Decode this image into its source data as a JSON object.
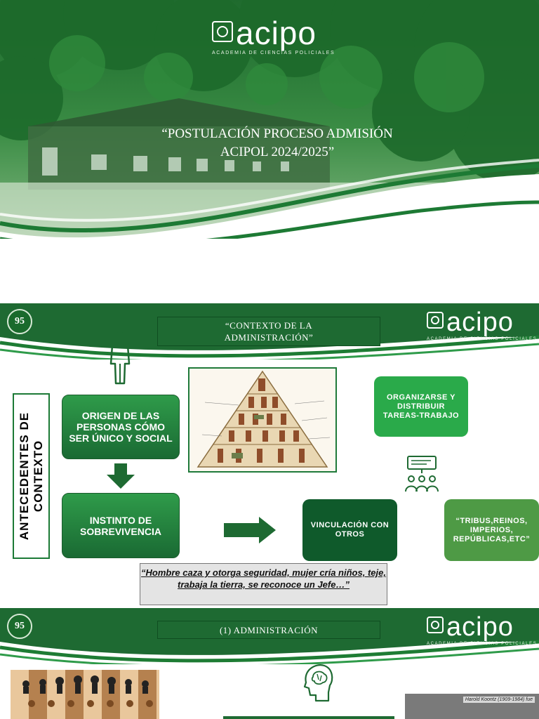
{
  "colors": {
    "brand_dark_green": "#1e6a32",
    "brand_green": "#2aaa4a",
    "accent_green": "#4e9a45",
    "deep_green": "#0f5a2b",
    "white": "#ffffff"
  },
  "logo": {
    "word": "acipo",
    "subtitle": "ACADEMIA DE CIENCIAS POLICIALES"
  },
  "slide1": {
    "title_line1": "“POSTULACIÓN PROCESO ADMISIÓN",
    "title_line2": "ACIPOL 2024/2025”"
  },
  "slide2": {
    "emblem": "95",
    "heading_line1": "“CONTEXTO DE LA",
    "heading_line2": "ADMINISTRACIÓN”",
    "side_label_line1": "ANTECEDENTES DE",
    "side_label_line2": "CONTEXTO",
    "origin_box": "ORIGEN DE LAS PERSONAS CÓMO SER ÚNICO Y SOCIAL",
    "instinct_box": "INSTINTO DE SOBREVIVENCIA",
    "organize_box": "ORGANIZARSE Y DISTRIBUIR TAREAS-TRABAJO",
    "link_box": "VINCULACIÓN CON OTROS",
    "tribes_box": "“TRIBUS,REINOS, IMPERIOS, REPÚBLICAS,ETC”",
    "quote": "“Hombre caza y otorga seguridad, mujer cría niños, teje, trabaja la tierra, se reconoce un Jefe…”",
    "icons": [
      "person-icon",
      "down-arrow-icon",
      "right-arrow-icon",
      "team-meeting-icon",
      "pyramid-illustration"
    ]
  },
  "slide3": {
    "emblem": "95",
    "heading": "(1) ADMINISTRACIÓN",
    "portrait_caption": "Harold Koontz (1909-1984) fue",
    "icons": [
      "brain-head-icon",
      "chess-board-image"
    ]
  }
}
